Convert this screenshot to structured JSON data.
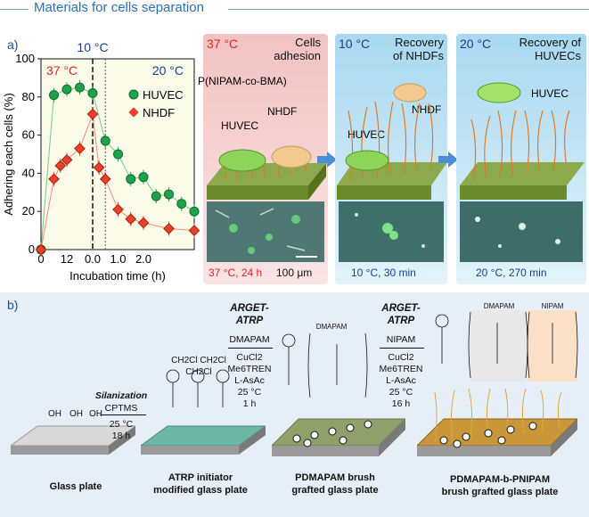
{
  "header": {
    "title": "Materials for cells separation"
  },
  "panel_a": {
    "label": "a)",
    "chart_data": {
      "type": "scatter",
      "xlabel": "Incubation time (h)",
      "ylabel": "Adhering each cells (%)",
      "ylim": [
        0,
        100
      ],
      "y_ticks": [
        "0",
        "20",
        "40",
        "60",
        "80",
        "100"
      ],
      "x_tick_labels_left": [
        "0",
        "12"
      ],
      "x_tick_labels_right": [
        "0.0",
        "1.0",
        "2.0"
      ],
      "temperature_labels": {
        "left": "37 °C",
        "top": "10 °C",
        "right": "20 °C"
      },
      "legend": [
        "HUVEC",
        "NHDF"
      ],
      "series": [
        {
          "name": "HUVEC",
          "x": [
            0,
            6,
            12,
            18,
            24,
            24.5,
            25,
            25.5,
            26,
            26.5,
            27,
            27.5,
            28
          ],
          "y": [
            0,
            81,
            84,
            85,
            82,
            57,
            50,
            37,
            38,
            28,
            29,
            24,
            20
          ]
        },
        {
          "name": "NHDF",
          "x": [
            0,
            6,
            9,
            12,
            18,
            24,
            24.25,
            24.5,
            25,
            25.5,
            26,
            27,
            28
          ],
          "y": [
            0,
            37,
            44,
            47,
            53,
            71,
            43,
            37,
            21,
            16,
            14,
            11,
            10
          ]
        }
      ]
    },
    "panels": [
      {
        "temp": "37 °C",
        "title_line1": "Cells",
        "title_line2": "adhesion",
        "caption": "37 °C, 24 h",
        "scale": "100 μm",
        "labels": [
          "P(NIPAM-co-BMA)",
          "NHDF",
          "HUVEC"
        ]
      },
      {
        "temp": "10 °C",
        "title_line1": "Recovery",
        "title_line2": "of NHDFs",
        "caption": "10 °C, 30 min",
        "labels": [
          "NHDF",
          "HUVEC"
        ]
      },
      {
        "temp": "20 °C",
        "title_line1": "Recovery of",
        "title_line2": "HUVECs",
        "caption": "20 °C, 270 min",
        "labels": [
          "HUVEC"
        ]
      }
    ]
  },
  "panel_b": {
    "label": "b)",
    "step1": {
      "title": "Silanization",
      "reagent": "CPTMS",
      "temp": "25 °C",
      "time": "18 h"
    },
    "step2": {
      "title_line1": "ARGET-",
      "title_line2": "ATRP",
      "monomer": "DMAPAM",
      "cat1": "CuCl2",
      "cat2": "Me6TREN",
      "cat3": "L-AsAc",
      "temp": "25 °C",
      "time": "1 h"
    },
    "step3": {
      "title_line1": "ARGET-",
      "title_line2": "ATRP",
      "monomer": "NIPAM",
      "cat1": "CuCl2",
      "cat2": "Me6TREN",
      "cat3": "L-AsAc",
      "temp": "25 °C",
      "time": "16 h"
    },
    "chem_labels": {
      "initiator_top": "CH2Cl CH2Cl CH2Cl",
      "dmapam": "DMAPAM",
      "nipam": "NIPAM"
    },
    "plates": [
      {
        "caption_line1": "Glass plate",
        "caption_line2": ""
      },
      {
        "caption_line1": "ATRP initiator",
        "caption_line2": "modified glass plate"
      },
      {
        "caption_line1": "PDMAPAM brush",
        "caption_line2": "grafted glass plate"
      },
      {
        "caption_line1": "PDMAPAM-b-PNIPAM",
        "caption_line2": "brush grafted glass plate"
      }
    ],
    "oh_groups": [
      "OH",
      "OH",
      "OH"
    ]
  }
}
